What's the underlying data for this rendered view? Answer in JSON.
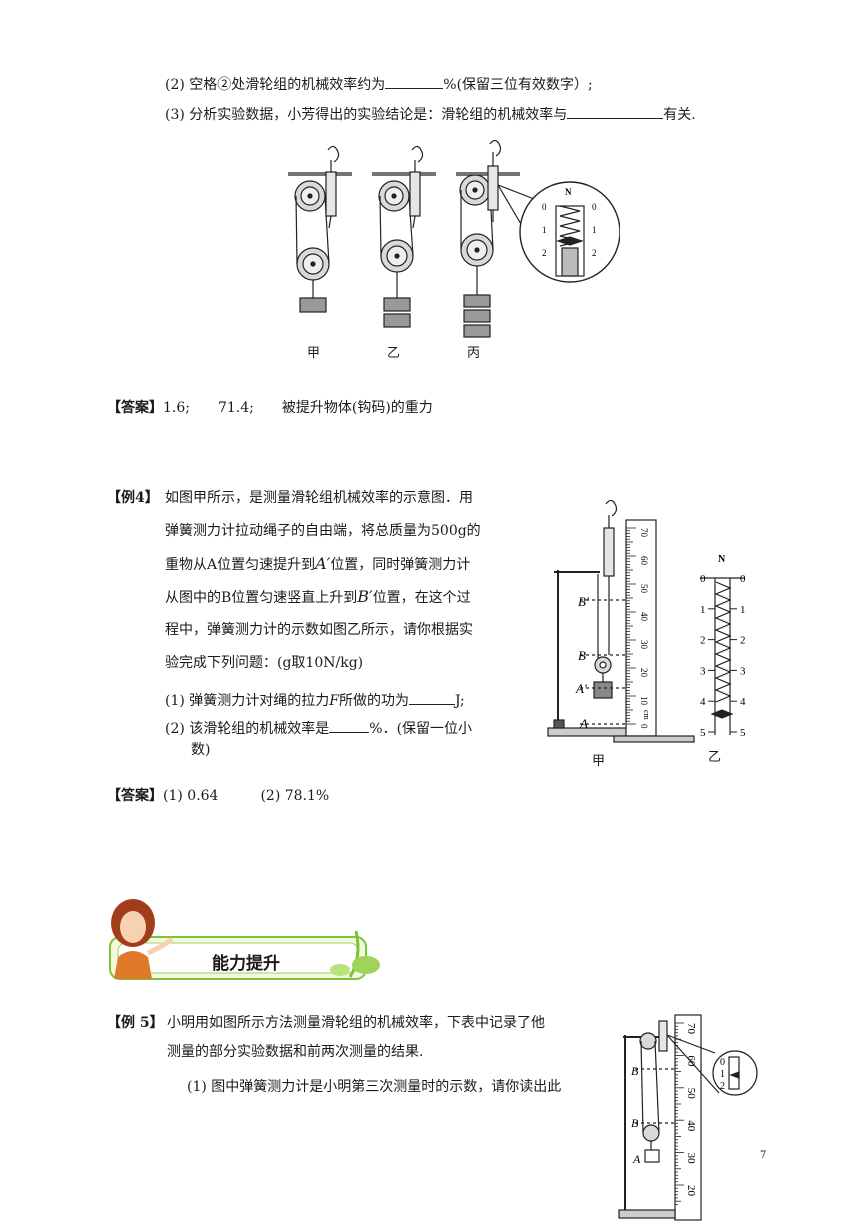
{
  "q2": {
    "prefix": "(2) 空格②处滑轮组的机械效率约为",
    "suffix": "%(保留三位有效数字）;"
  },
  "q3": {
    "prefix": "(3) 分析实验数据，小芳得出的实验结论是：滑轮组的机械效率与",
    "suffix": "有关."
  },
  "fig1": {
    "labels": [
      "甲",
      "乙",
      "丙"
    ],
    "dial_unit": "N",
    "dial_ticks": [
      "0",
      "1",
      "2"
    ]
  },
  "answer3": {
    "tag": "【答案】",
    "text": "1.6;　　71.4;　　被提升物体(钩码)的重力"
  },
  "ex4": {
    "tag": "【例4】",
    "lines": [
      "如图甲所示，是测量滑轮组机械效率的示意图．用",
      "弹簧测力计拉动绳子的自由端，将总质量为500g的",
      "重物从A位置匀速提升到",
      "位置，同时弹簧测力计",
      "从图中的B位置匀速竖直上升到",
      "位置，在这个过",
      "程中，弹簧测力计的示数如图乙所示，请你根据实",
      "验完成下列问题：(g取10N/kg)"
    ],
    "a_prime": "A′",
    "b_prime": "B′",
    "q1_prefix": "(1) 弹簧测力计对绳的拉力",
    "q1_var": "F",
    "q1_mid": "所做的功为",
    "q1_suffix": "J;",
    "q2_prefix": "(2) 该滑轮组的机械效率是",
    "q2_suffix": "%．(保留一位小",
    "q2_cont": "数)"
  },
  "fig2": {
    "left_label": "甲",
    "right_label": "乙",
    "ruler_ticks": [
      "0",
      "10",
      "20",
      "30",
      "40",
      "50",
      "60",
      "70"
    ],
    "ruler_unit": "cm",
    "points": [
      "B′",
      "B",
      "A′",
      "A"
    ],
    "dial_unit": "N",
    "dial_ticks": [
      "0",
      "1",
      "2",
      "3",
      "4",
      "5"
    ]
  },
  "answer4": {
    "tag": "【答案】",
    "text": "(1) 0.64　　　(2) 78.1%"
  },
  "banner": {
    "title": "能力提升"
  },
  "ex5": {
    "tag": "【例 5】",
    "line1": "小明用如图所示方法测量滑轮组的机械效率，下表中记录了他",
    "line2": "测量的部分实验数据和前两次测量的结果.",
    "q1": "(1) 图中弹簧测力计是小明第三次测量时的示数，请你读出此"
  },
  "fig3": {
    "ruler_ticks": [
      "20",
      "30",
      "40",
      "50",
      "60",
      "70"
    ],
    "points": [
      "B",
      "B",
      "A"
    ],
    "dial_ticks": [
      "0",
      "1",
      "2"
    ]
  },
  "page_number": "7",
  "colors": {
    "banner_green": "#7cc23a",
    "banner_bg": "#f3f9de",
    "hair": "#a23d1c"
  }
}
